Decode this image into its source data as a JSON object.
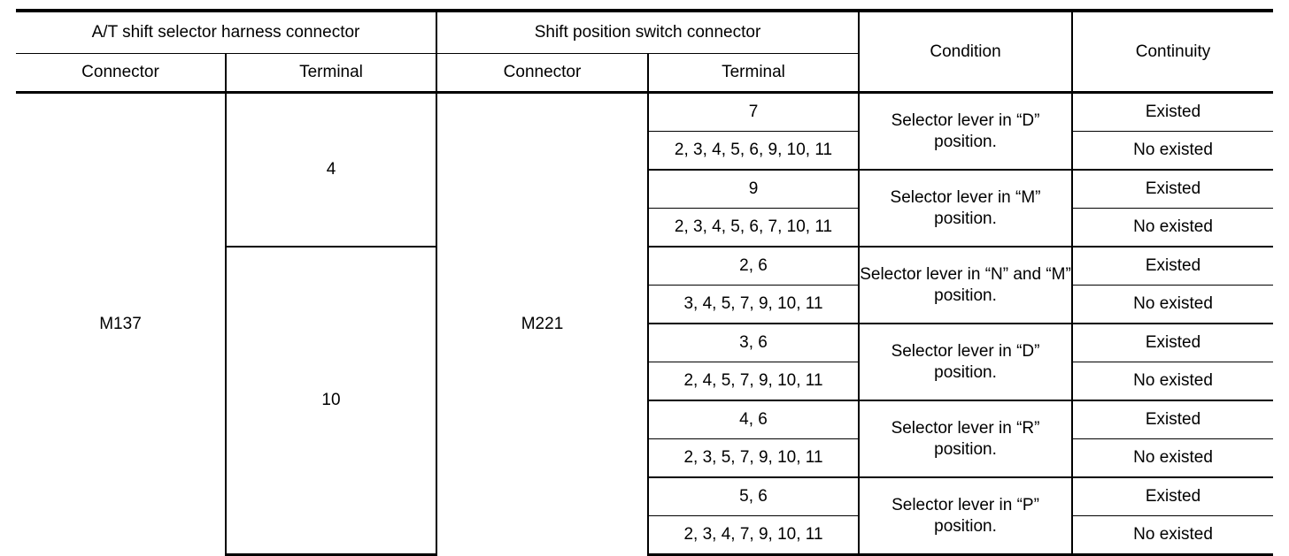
{
  "table": {
    "header": {
      "groups": [
        {
          "label": "A/T shift selector harness connector",
          "span": 2
        },
        {
          "label": "Shift position switch connector",
          "span": 2
        },
        {
          "label": "Condition",
          "span": 1,
          "rowspan": 2
        },
        {
          "label": "Continuity",
          "span": 1,
          "rowspan": 2
        }
      ],
      "subheaders": [
        "Connector",
        "Terminal",
        "Connector",
        "Terminal"
      ]
    },
    "harness_connector": "M137",
    "harness_terminals": [
      {
        "value": "4",
        "rows": 4
      },
      {
        "value": "10",
        "rows": 8
      }
    ],
    "switch_connector": "M221",
    "groups": [
      {
        "condition": "Selector lever in “D” position.",
        "rows": [
          {
            "terminal": "7",
            "continuity": "Existed"
          },
          {
            "terminal": "2, 3, 4, 5, 6, 9, 10, 11",
            "continuity": "No existed"
          }
        ]
      },
      {
        "condition": "Selector lever in “M” position.",
        "rows": [
          {
            "terminal": "9",
            "continuity": "Existed"
          },
          {
            "terminal": "2, 3, 4, 5, 6, 7, 10, 11",
            "continuity": "No existed"
          }
        ]
      },
      {
        "condition": "Selector lever in “N” and “M” position.",
        "rows": [
          {
            "terminal": "2, 6",
            "continuity": "Existed"
          },
          {
            "terminal": "3, 4, 5, 7, 9, 10, 11",
            "continuity": "No existed"
          }
        ]
      },
      {
        "condition": "Selector lever in “D” position.",
        "rows": [
          {
            "terminal": "3, 6",
            "continuity": "Existed"
          },
          {
            "terminal": "2, 4, 5, 7, 9, 10, 11",
            "continuity": "No existed"
          }
        ]
      },
      {
        "condition": "Selector lever in “R” position.",
        "rows": [
          {
            "terminal": "4, 6",
            "continuity": "Existed"
          },
          {
            "terminal": "2, 3, 5, 7, 9, 10, 11",
            "continuity": "No existed"
          }
        ]
      },
      {
        "condition": "Selector lever in “P” position.",
        "rows": [
          {
            "terminal": "5, 6",
            "continuity": "Existed"
          },
          {
            "terminal": "2, 3, 4, 7, 9, 10, 11",
            "continuity": "No existed"
          }
        ]
      }
    ]
  },
  "colors": {
    "rule": "#000000",
    "text": "#000000",
    "background": "#ffffff"
  }
}
